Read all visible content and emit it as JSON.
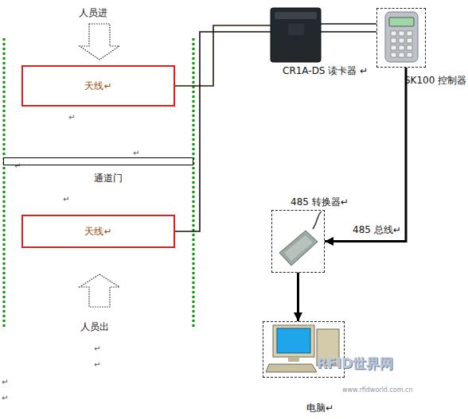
{
  "diagram": {
    "nodes": [
      {
        "text": [
          "CR1A-DS 读卡器 ↵"
        ]
      },
      {
        "text": [
          "SK100 控制器"
        ]
      },
      {
        "text": [
          "天线↵"
        ]
      },
      {
        "text": [
          "通道门"
        ]
      },
      {
        "text": [
          "485 转换器↵"
        ]
      },
      {
        "text": [
          "天线↵"
        ]
      },
      {
        "text": [
          "电脑↵"
        ]
      }
    ],
    "edges": [
      {
        "from": 2,
        "to": 0,
        "arrow": "none"
      },
      {
        "from": 5,
        "to": 0,
        "arrow": "none"
      },
      {
        "from": 0,
        "to": 1,
        "arrow": "none"
      },
      {
        "from": 1,
        "to": 4,
        "label": "485 总线↵",
        "arrow": "to"
      },
      {
        "from": 4,
        "to": 6,
        "arrow": "to"
      }
    ],
    "labels": [
      "人员进",
      "↵",
      "↵",
      "↵",
      "↵",
      "人员出",
      "↵",
      "↵",
      "RFID世界网",
      "↵",
      "www.rfidworld.com.cn",
      "↵"
    ]
  }
}
